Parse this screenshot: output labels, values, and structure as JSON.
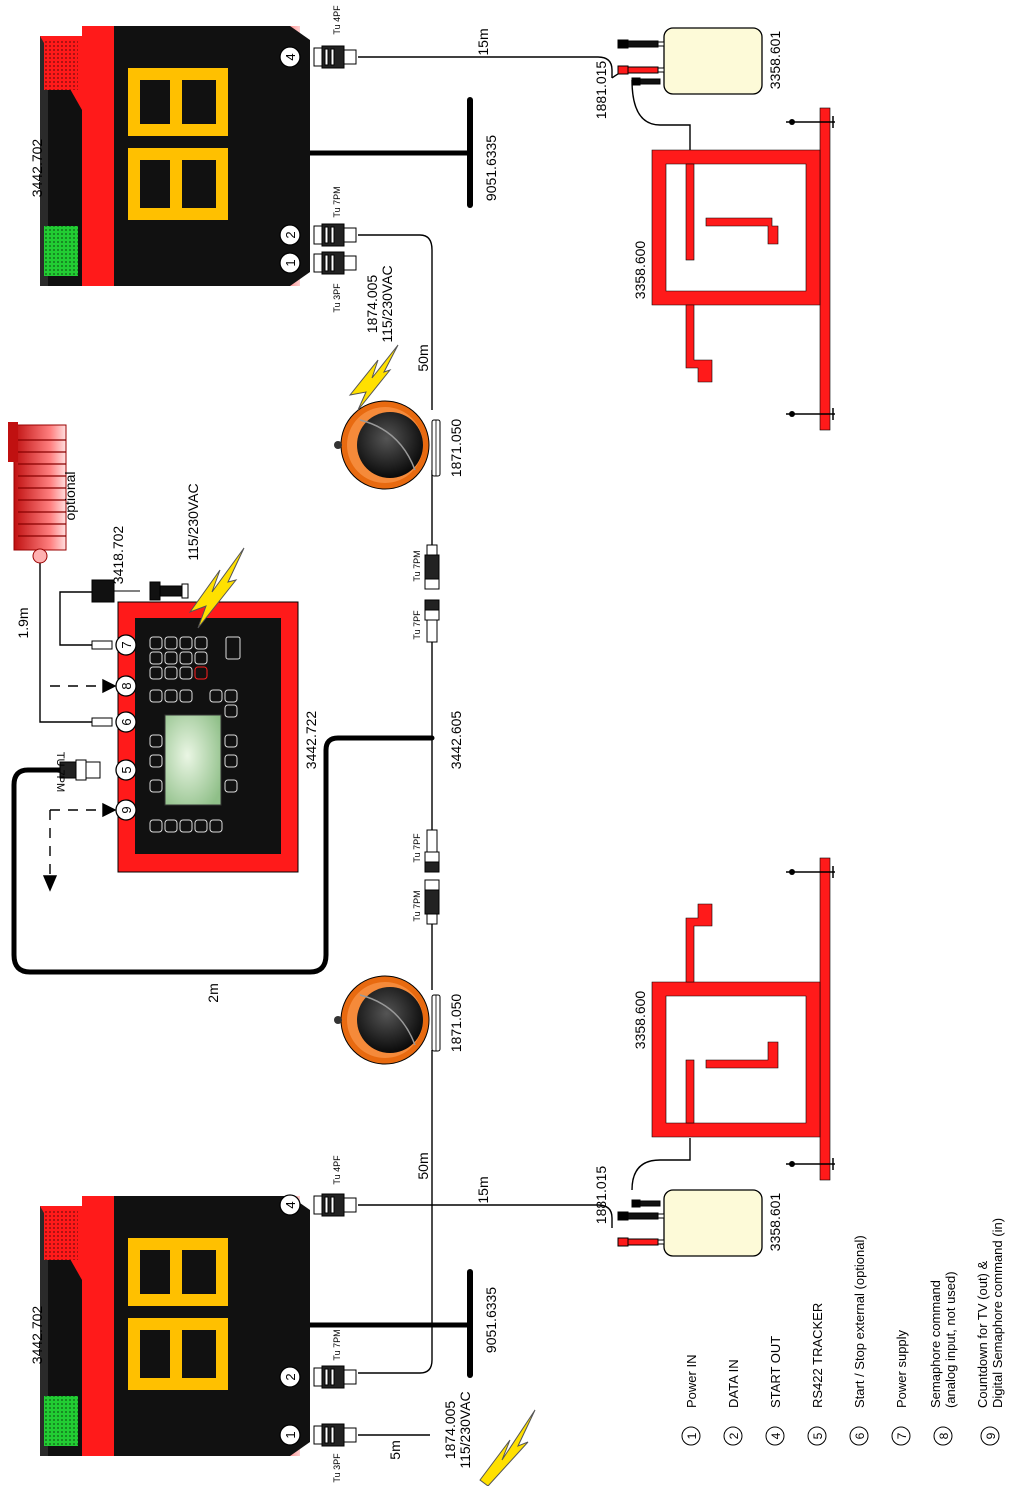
{
  "parts": {
    "display": "3442.702",
    "display_mount": "9051.6335",
    "power_cable": "1874.005",
    "power_voltage": "115/230VAC",
    "connector_3pf": "Tu 3PF",
    "connector_7pm": "Tu 7PM",
    "connector_4pf": "Tu 4PF",
    "connector_7pf": "Tu 7PF",
    "connector_7pm_mirrored": "TU 7PM",
    "semaphore_cable": "1881.015",
    "semaphore_box": "3358.601",
    "semaphore_frame": "3358.600",
    "cable_reel": "1871.050",
    "extension_cable": "3442.605",
    "controller": "3442.722",
    "power_adapter": "3418.702",
    "optional_label": "optional"
  },
  "lengths": {
    "l_15m": "15m",
    "l_50m": "50m",
    "l_5m": "5m",
    "l_2m": "2m",
    "l_1_9m": "1.9m"
  },
  "pins": [
    "1",
    "2",
    "4",
    "5",
    "6",
    "7",
    "8",
    "9"
  ],
  "legend": [
    {
      "num": "1",
      "lines": [
        "Power IN"
      ]
    },
    {
      "num": "2",
      "lines": [
        "DATA IN"
      ]
    },
    {
      "num": "4",
      "lines": [
        "START OUT"
      ]
    },
    {
      "num": "5",
      "lines": [
        "RS422 TRACKER"
      ]
    },
    {
      "num": "6",
      "lines": [
        "Start / Stop external (optional)"
      ]
    },
    {
      "num": "7",
      "lines": [
        "Power supply"
      ]
    },
    {
      "num": "8",
      "lines": [
        "Semaphore command",
        "(analog input, not used)"
      ]
    },
    {
      "num": "9",
      "lines": [
        "Countdown for TV (out) &",
        "Digital Semaphore command (in)"
      ]
    }
  ],
  "colors": {
    "red": "#ff1a1a",
    "dark": "#111111",
    "digit": "#ffc000",
    "green": "#22cc33",
    "orange": "#e86a10",
    "box": "#fdfad8",
    "screen": "#b9d8b0",
    "bolt": "#ffe000"
  }
}
